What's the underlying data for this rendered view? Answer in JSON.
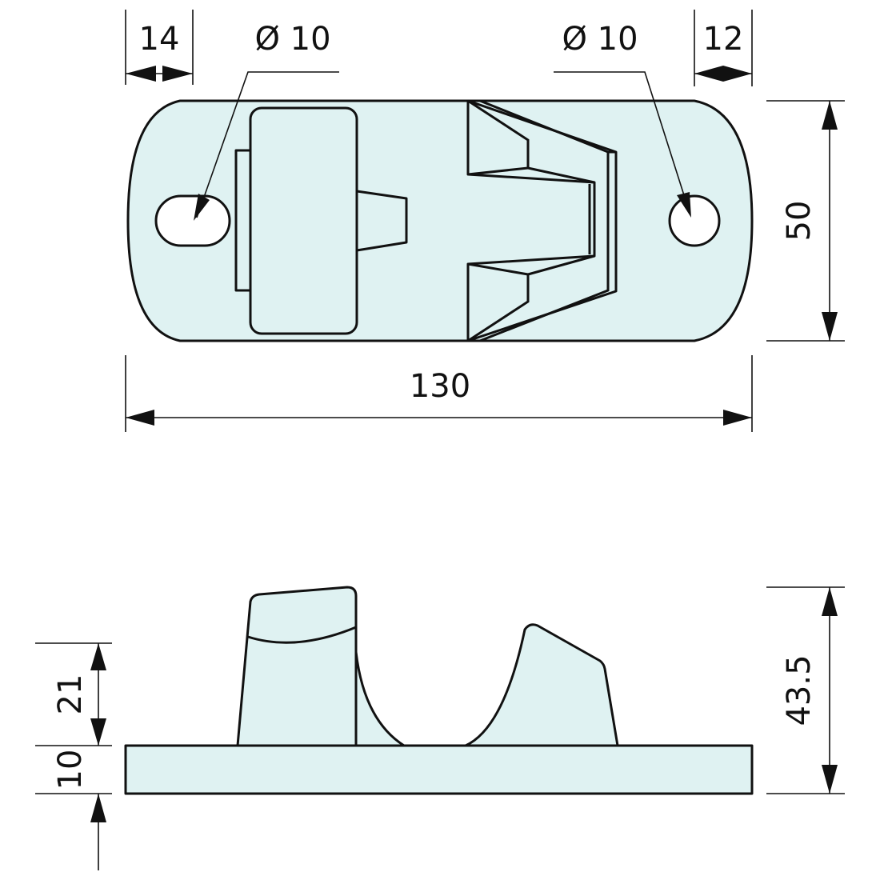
{
  "top_view": {
    "dimensions": {
      "left_hole_offset": "14",
      "left_hole_diameter": "Ø 10",
      "right_hole_diameter": "Ø 10",
      "right_hole_offset": "12",
      "height": "50",
      "length": "130"
    }
  },
  "side_view": {
    "dimensions": {
      "cleat_height": "21",
      "base_thickness": "10",
      "total_height": "43.5"
    }
  },
  "colors": {
    "part_fill": "#dff2f2",
    "outline": "#111111",
    "background": "#ffffff"
  }
}
